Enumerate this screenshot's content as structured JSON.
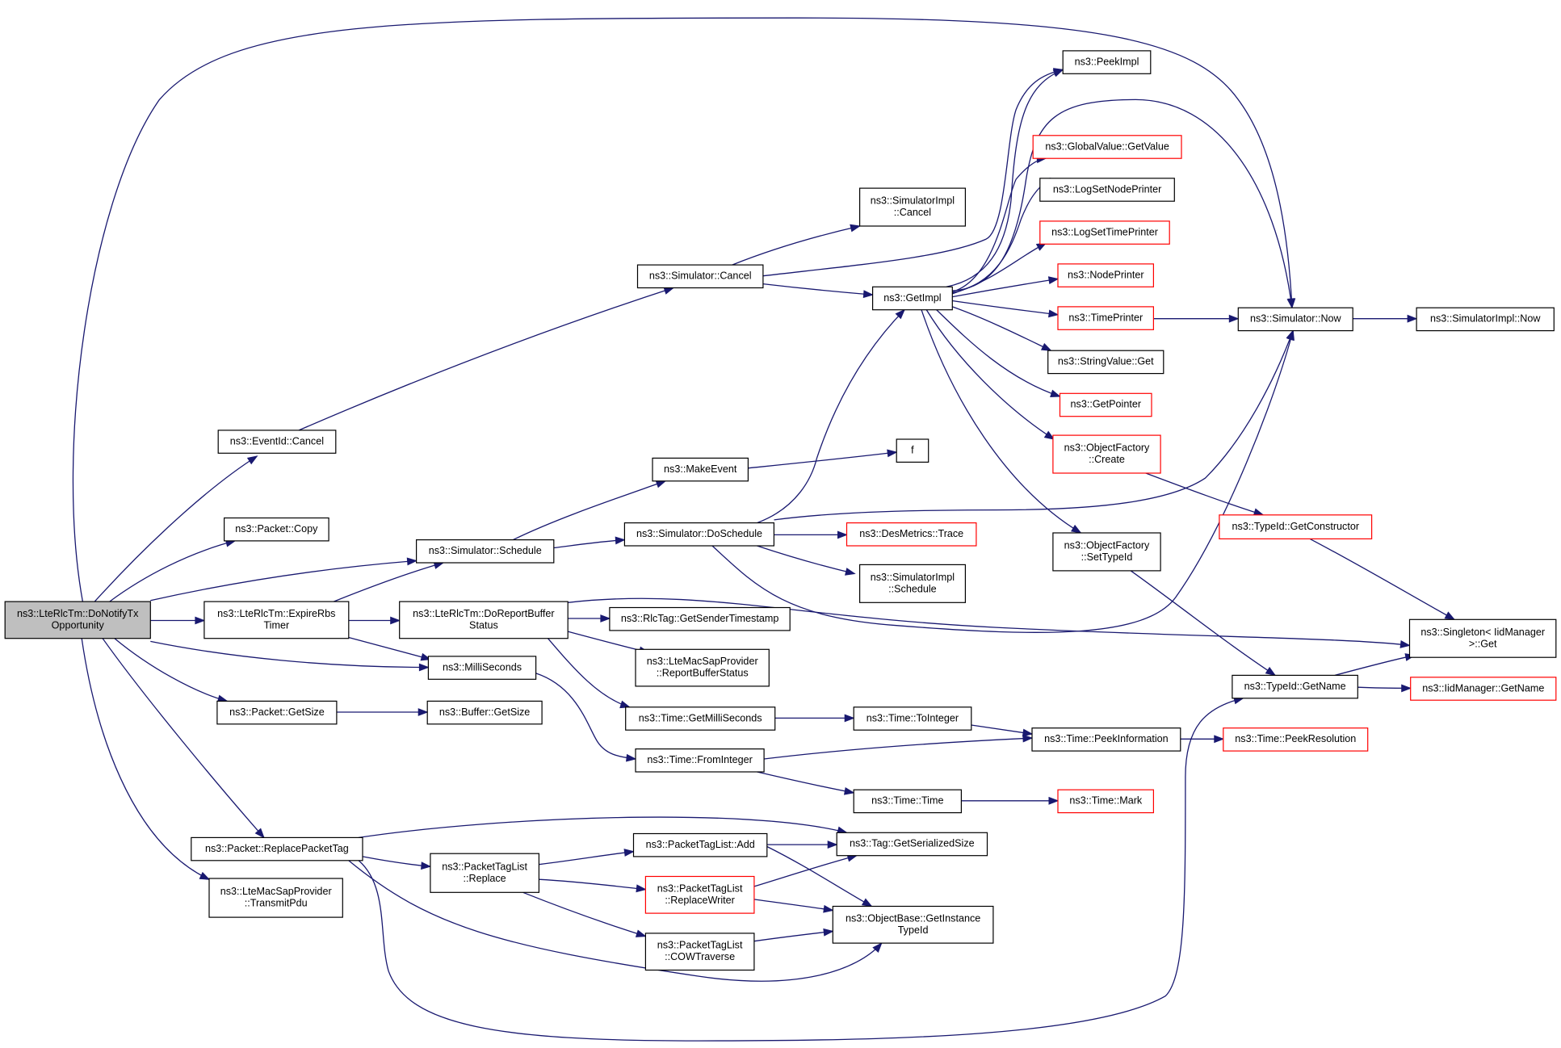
{
  "diagram": {
    "colors": {
      "edge": "#191970",
      "node_border": "#000000",
      "node_border_incomplete": "#ff0000",
      "root_fill": "#bfbfbf"
    },
    "nodes": {
      "root": {
        "lines": [
          "ns3::LteRlcTm::DoNotifyTx",
          "Opportunity"
        ]
      },
      "eventid_cancel": {
        "lines": [
          "ns3::EventId::Cancel"
        ]
      },
      "packet_copy": {
        "lines": [
          "ns3::Packet::Copy"
        ]
      },
      "expire_rbs": {
        "lines": [
          "ns3::LteRlcTm::ExpireRbs",
          "Timer"
        ]
      },
      "packet_getsize": {
        "lines": [
          "ns3::Packet::GetSize"
        ]
      },
      "replace_packet_tag": {
        "lines": [
          "ns3::Packet::ReplacePacketTag"
        ]
      },
      "transmit_pdu": {
        "lines": [
          "ns3::LteMacSapProvider",
          "::TransmitPdu"
        ]
      },
      "sim_schedule": {
        "lines": [
          "ns3::Simulator::Schedule"
        ]
      },
      "millis": {
        "lines": [
          "ns3::MilliSeconds"
        ]
      },
      "do_report": {
        "lines": [
          "ns3::LteRlcTm::DoReportBuffer",
          "Status"
        ]
      },
      "buffer_getsize": {
        "lines": [
          "ns3::Buffer::GetSize"
        ]
      },
      "ptl_replace": {
        "lines": [
          "ns3::PacketTagList",
          "::Replace"
        ]
      },
      "sim_cancel": {
        "lines": [
          "ns3::Simulator::Cancel"
        ]
      },
      "make_event": {
        "lines": [
          "ns3::MakeEvent"
        ]
      },
      "sim_doschedule": {
        "lines": [
          "ns3::Simulator::DoSchedule"
        ]
      },
      "rlctag": {
        "lines": [
          "ns3::RlcTag::GetSenderTimestamp"
        ]
      },
      "report_buffer": {
        "lines": [
          "ns3::LteMacSapProvider",
          "::ReportBufferStatus"
        ]
      },
      "time_getms": {
        "lines": [
          "ns3::Time::GetMilliSeconds"
        ]
      },
      "time_fromint": {
        "lines": [
          "ns3::Time::FromInteger"
        ]
      },
      "ptl_add": {
        "lines": [
          "ns3::PacketTagList::Add"
        ]
      },
      "ptl_replacewriter": {
        "lines": [
          "ns3::PacketTagList",
          "::ReplaceWriter"
        ]
      },
      "ptl_cow": {
        "lines": [
          "ns3::PacketTagList",
          "::COWTraverse"
        ]
      },
      "simimpl_cancel": {
        "lines": [
          "ns3::SimulatorImpl",
          "::Cancel"
        ]
      },
      "getimpl": {
        "lines": [
          "ns3::GetImpl"
        ]
      },
      "f": {
        "lines": [
          "f"
        ]
      },
      "desmetrics": {
        "lines": [
          "ns3::DesMetrics::Trace"
        ]
      },
      "simimpl_schedule": {
        "lines": [
          "ns3::SimulatorImpl",
          "::Schedule"
        ]
      },
      "time_tointeger": {
        "lines": [
          "ns3::Time::ToInteger"
        ]
      },
      "time_time": {
        "lines": [
          "ns3::Time::Time"
        ]
      },
      "tag_size": {
        "lines": [
          "ns3::Tag::GetSerializedSize"
        ]
      },
      "getinstance": {
        "lines": [
          "ns3::ObjectBase::GetInstance",
          "TypeId"
        ]
      },
      "peekimpl": {
        "lines": [
          "ns3::PeekImpl"
        ]
      },
      "gv_getvalue": {
        "lines": [
          "ns3::GlobalValue::GetValue"
        ]
      },
      "lognode": {
        "lines": [
          "ns3::LogSetNodePrinter"
        ]
      },
      "logtime": {
        "lines": [
          "ns3::LogSetTimePrinter"
        ]
      },
      "nodeprinter": {
        "lines": [
          "ns3::NodePrinter"
        ]
      },
      "timeprinter": {
        "lines": [
          "ns3::TimePrinter"
        ]
      },
      "stringvalue": {
        "lines": [
          "ns3::StringValue::Get"
        ]
      },
      "getpointer": {
        "lines": [
          "ns3::GetPointer"
        ]
      },
      "of_create": {
        "lines": [
          "ns3::ObjectFactory",
          "::Create"
        ]
      },
      "of_settypeid": {
        "lines": [
          "ns3::ObjectFactory",
          "::SetTypeId"
        ]
      },
      "peekinfo": {
        "lines": [
          "ns3::Time::PeekInformation"
        ]
      },
      "time_mark": {
        "lines": [
          "ns3::Time::Mark"
        ]
      },
      "sim_now": {
        "lines": [
          "ns3::Simulator::Now"
        ]
      },
      "typeid_getcons": {
        "lines": [
          "ns3::TypeId::GetConstructor"
        ]
      },
      "typeid_getname": {
        "lines": [
          "ns3::TypeId::GetName"
        ]
      },
      "peekres": {
        "lines": [
          "ns3::Time::PeekResolution"
        ]
      },
      "simimpl_now": {
        "lines": [
          "ns3::SimulatorImpl::Now"
        ]
      },
      "singleton": {
        "lines": [
          "ns3::Singleton< IidManager",
          ">::Get"
        ]
      },
      "iid_getname": {
        "lines": [
          "ns3::IidManager::GetName"
        ]
      }
    }
  }
}
